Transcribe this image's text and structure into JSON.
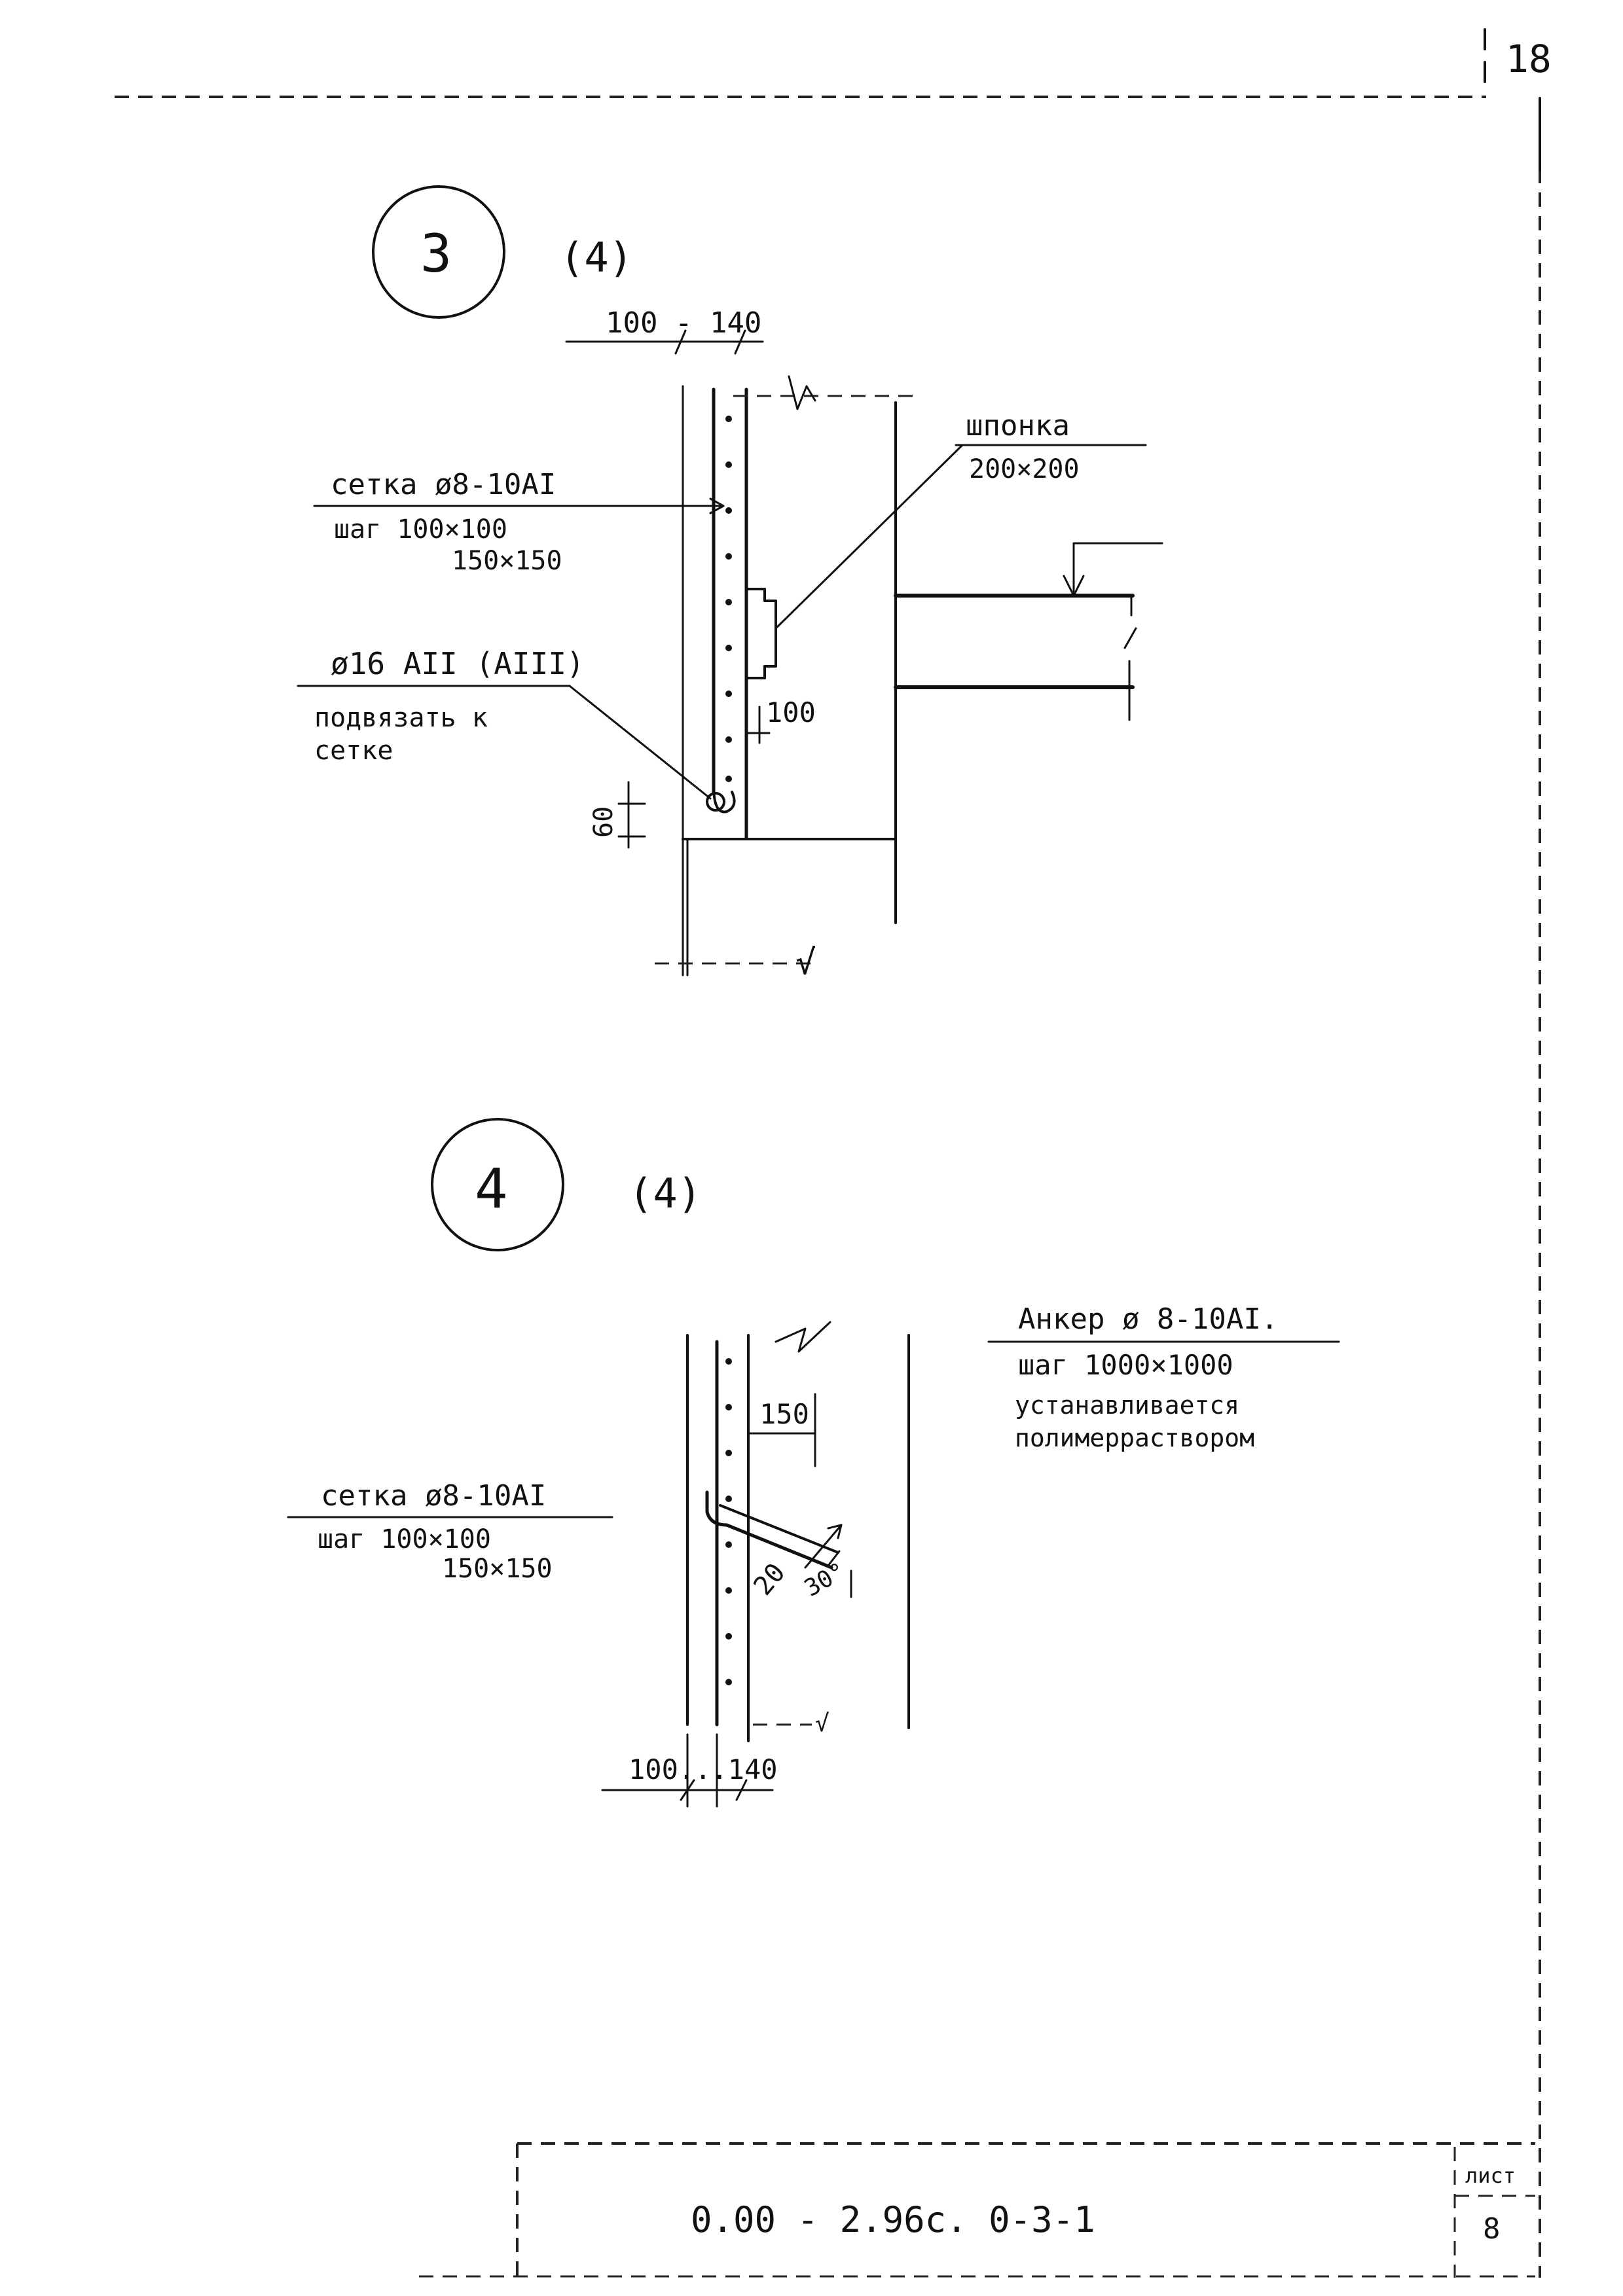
{
  "sheet": {
    "page_number": "18",
    "doc_code": "0.00 - 2.96с. 0-3-1",
    "stamp_label": "лист",
    "sheet_number": "8"
  },
  "detail3": {
    "number": "3",
    "ref": "(4)",
    "dim_top": "100 - 140",
    "mesh_label": "сетка ø8-10АI",
    "mesh_step": "шаг 100×100",
    "mesh_step2": "150×150",
    "key_label": "шпонка",
    "key_size": "200×200",
    "bar_label": "ø16 АII (АIII)",
    "tie_note1": "подвязать к",
    "tie_note2": "сетке",
    "dim_60": "60",
    "dim_100": "100"
  },
  "detail4": {
    "number": "4",
    "ref": "(4)",
    "anchor_label": "Анкер ø 8-10АI.",
    "anchor_step": "шаг 1000×1000",
    "anchor_note1": "устанавливается",
    "anchor_note2": "полимерраствором",
    "mesh_label": "сетка ø8-10АI",
    "mesh_step": "шаг 100×100",
    "mesh_step2": "150×150",
    "dim_150": "150",
    "dim_20": "20",
    "angle": "30°",
    "dim_bottom": "100...140"
  }
}
